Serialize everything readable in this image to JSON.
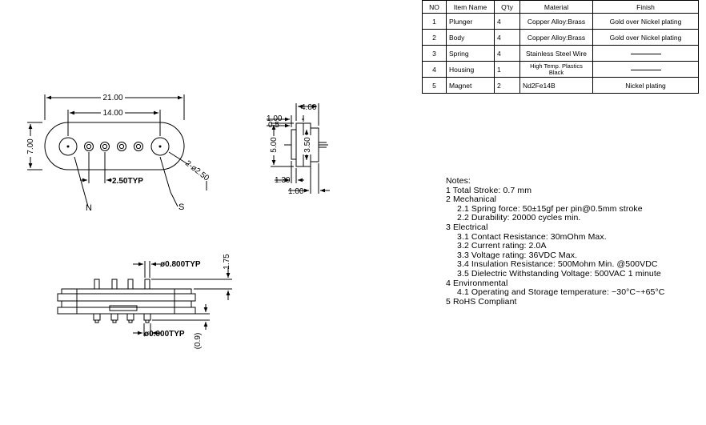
{
  "bom": {
    "headers": [
      "NO",
      "Item Name",
      "Q'ty",
      "Material",
      "Finish"
    ],
    "rows": [
      {
        "no": "1",
        "name": "Plunger",
        "qty": "4",
        "material": "Copper Alloy:Brass",
        "finish": "Gold over Nickel plating"
      },
      {
        "no": "2",
        "name": "Body",
        "qty": "4",
        "material": "Copper Alloy:Brass",
        "finish": "Gold over Nickel plating"
      },
      {
        "no": "3",
        "name": "Spring",
        "qty": "4",
        "material": "Stainless Steel Wire",
        "finish": ""
      },
      {
        "no": "4",
        "name": "Housing",
        "qty": "1",
        "material": "High Temp. Plastics Black",
        "finish": ""
      },
      {
        "no": "5",
        "name": "Magnet",
        "qty": "2",
        "material": "Nd2Fe14B",
        "finish": "Nickel plating"
      }
    ]
  },
  "dimensions": {
    "top_width": "21.00",
    "top_pitch": "14.00",
    "top_height": "7.00",
    "pin_pitch": "2.50TYP",
    "magnet_dia": "2-ø2.50",
    "pole_n": "N",
    "pole_s": "S",
    "side_width": "4.00",
    "side_a": "1.00",
    "side_b": "0.5",
    "side_height": "5.00",
    "side_inner": "3.50",
    "side_c": "1.30",
    "side_d": "1.00",
    "front_top_dia": "ø0.800TYP",
    "front_stroke": "1.75",
    "front_bottom_dia": "ø0.900TYP",
    "front_bottom_len": "(0.9)"
  },
  "notes": {
    "title": "Notes:",
    "lines": [
      {
        "text": "1  Total Stroke: 0.7  mm",
        "indent": false
      },
      {
        "text": "2  Mechanical",
        "indent": false
      },
      {
        "text": "2.1  Spring  force: 50±15gf  per  pin@0.5mm  stroke",
        "indent": true
      },
      {
        "text": "2.2  Durability: 20000  cycles  min.",
        "indent": true
      },
      {
        "text": "3  Electrical",
        "indent": false
      },
      {
        "text": "3.1  Contact  Resistance: 30mOhm  Max.",
        "indent": true
      },
      {
        "text": "3.2  Current  rating: 2.0A",
        "indent": true
      },
      {
        "text": "3.3  Voltage  rating: 36VDC  Max.",
        "indent": true
      },
      {
        "text": "3.4  Insulation  Resistance:  500Mohm  Min.  @500VDC",
        "indent": true
      },
      {
        "text": "3.5  Dielectric  Withstanding  Voltage:  500VAC  1  minute",
        "indent": true
      },
      {
        "text": "4  Environmental",
        "indent": false
      },
      {
        "text": "4.1  Operating  and  Storage  temperature: −30°C~+65°C",
        "indent": true
      },
      {
        "text": "5  RoHS  Compliant",
        "indent": false
      }
    ]
  }
}
